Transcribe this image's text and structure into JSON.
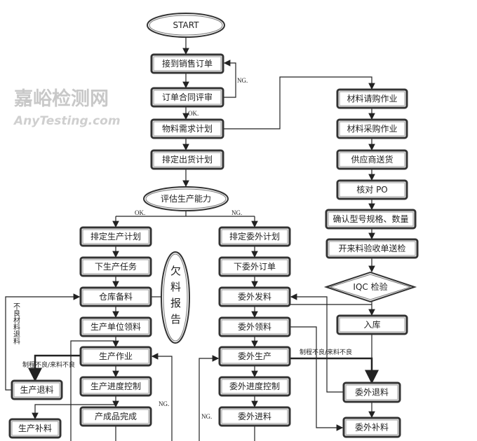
{
  "start": "START",
  "main": [
    "接到销售订单",
    "订单合同评审",
    "物料需求计划",
    "排定出货计划"
  ],
  "assess": "评估生产能力",
  "labels": {
    "ng": "NG.",
    "ok": "OK.",
    "defect": "制程不良/来料不良",
    "return_vertical": "不良材料退料"
  },
  "production": [
    "排定生产计划",
    "下生产任务",
    "仓库备料",
    "生产单位领料",
    "生产作业",
    "生产进度控制",
    "产成品完成"
  ],
  "shortage_report": "欠料报告",
  "prod_side": [
    "生产退料",
    "生产补料"
  ],
  "outsource": [
    "排定委外计划",
    "下委外订单",
    "委外发料",
    "委外领料",
    "委外生产",
    "委外进度控制",
    "委外进料"
  ],
  "purchase": [
    "材料请购作业",
    "材料采购作业",
    "供应商送货",
    "核对 PO",
    "确认型号规格、数量",
    "开来料验收单送检"
  ],
  "iqc": "IQC 检验",
  "stock_in": "入库",
  "out_side": [
    "委外退料",
    "委外补料"
  ],
  "watermark": {
    "cn": "嘉峪检测网",
    "en": "AnyTesting.com"
  }
}
